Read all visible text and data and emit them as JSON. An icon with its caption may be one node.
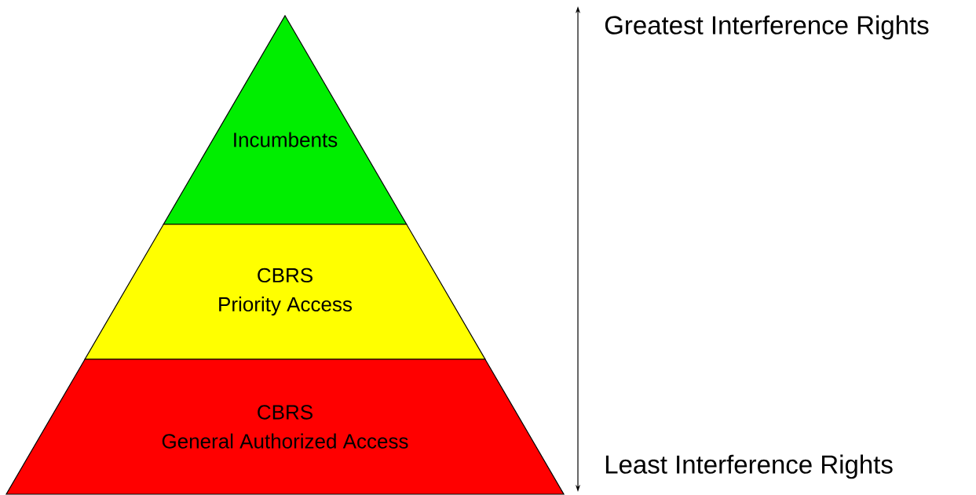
{
  "diagram": {
    "nodes": [
      {
        "text": [
          "Incumbents"
        ]
      },
      {
        "text": [
          "CBRS",
          "Priority Access"
        ]
      },
      {
        "text": [
          "CBRS",
          "General Authorized Access"
        ]
      }
    ],
    "labels": [
      "Greatest Interference Rights",
      "Least Interference Rights"
    ]
  }
}
